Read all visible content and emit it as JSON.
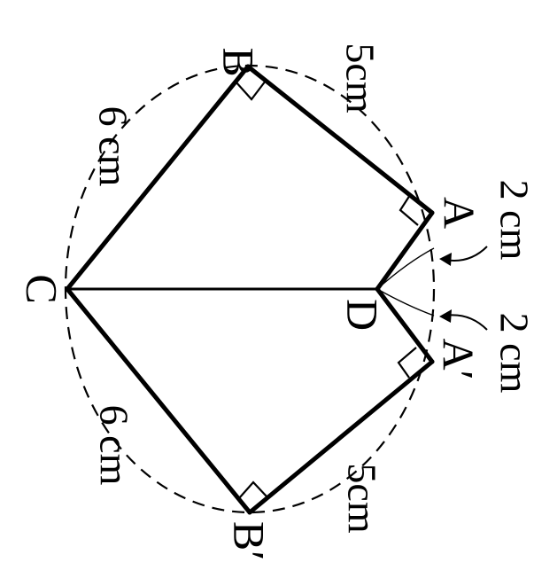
{
  "points": {
    "A": "A",
    "B": "B",
    "C": "C",
    "D": "D",
    "A_prime": "A′",
    "B_prime": "B′"
  },
  "lengths": {
    "AB": "5cm",
    "BC": "6 cm",
    "CB_prime": "6 cm",
    "B_prime_A_prime": "5cm",
    "A_arc": "2 cm",
    "A_prime_arc": "2 cm"
  },
  "colors": {
    "stroke": "#000000",
    "background": "#ffffff"
  }
}
